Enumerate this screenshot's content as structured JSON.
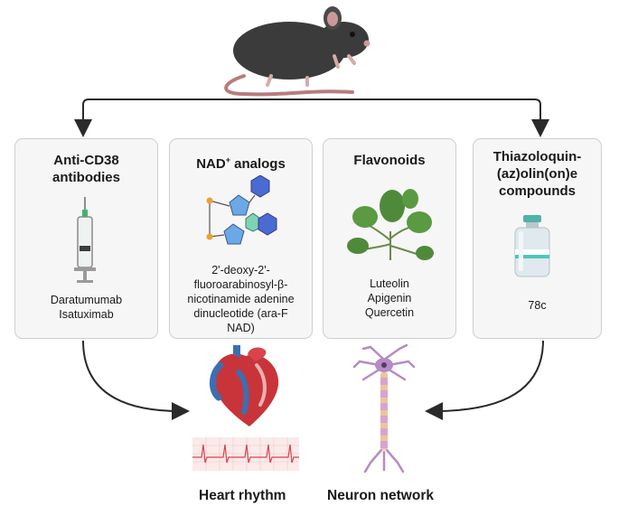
{
  "cards": [
    {
      "title_lines": [
        "Anti-CD38",
        "antibodies"
      ],
      "items": [
        "Daratumumab",
        "Isatuximab"
      ],
      "icon": "syringe-icon"
    },
    {
      "title": "NAD",
      "title_sup": "+",
      "title_rest": " analogs",
      "items": [
        "2'-deoxy-2'-",
        "fluoroarabinosyl-β-",
        "nicotinamide adenine",
        "dinucleotide (ara-F",
        "NAD)"
      ],
      "icon": "molecule-icon"
    },
    {
      "title_lines": [
        "Flavonoids"
      ],
      "items": [
        "Luteolin",
        "Apigenin",
        "Quercetin"
      ],
      "icon": "plant-icon"
    },
    {
      "title_lines": [
        "Thiazoloquin-",
        "(az)olin(on)e",
        "compounds"
      ],
      "items": [
        "78c"
      ],
      "icon": "vial-icon"
    }
  ],
  "outputs": {
    "heart": "Heart rhythm",
    "neuron": "Neuron network"
  },
  "colors": {
    "arrow": "#2a2a2a",
    "card_border": "#cfcfcf",
    "card_bg": "#f6f6f6",
    "mouse": "#3b3b3b",
    "heart_red": "#c8343a",
    "heart_blue": "#3a6fb3",
    "neuron": "#b58bc4",
    "leaf": "#4f8a3a"
  }
}
